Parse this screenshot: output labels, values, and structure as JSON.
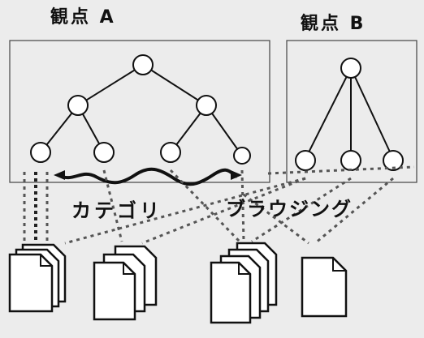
{
  "title_a": "観点 A",
  "title_b": "観点 B",
  "label_category": "カテゴリ",
  "label_browsing": "ブラウジング"
}
